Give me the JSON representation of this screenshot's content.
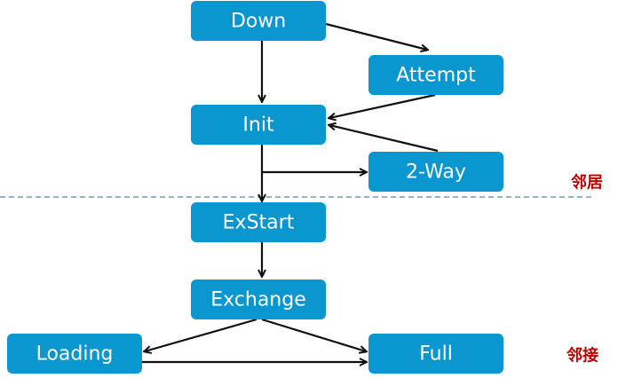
{
  "states": {
    "down": "Down",
    "attempt": "Attempt",
    "init": "Init",
    "two_way": "2-Way",
    "exstart": "ExStart",
    "exchange": "Exchange",
    "loading": "Loading",
    "full": "Full"
  },
  "side_labels": {
    "neighbor": "邻居",
    "adjacency": "邻接"
  },
  "colors": {
    "box": "#0a96cf",
    "box_text": "#ffffff",
    "arrow": "#111111",
    "divider": "#2d6c86",
    "side_label": "#c00000"
  }
}
